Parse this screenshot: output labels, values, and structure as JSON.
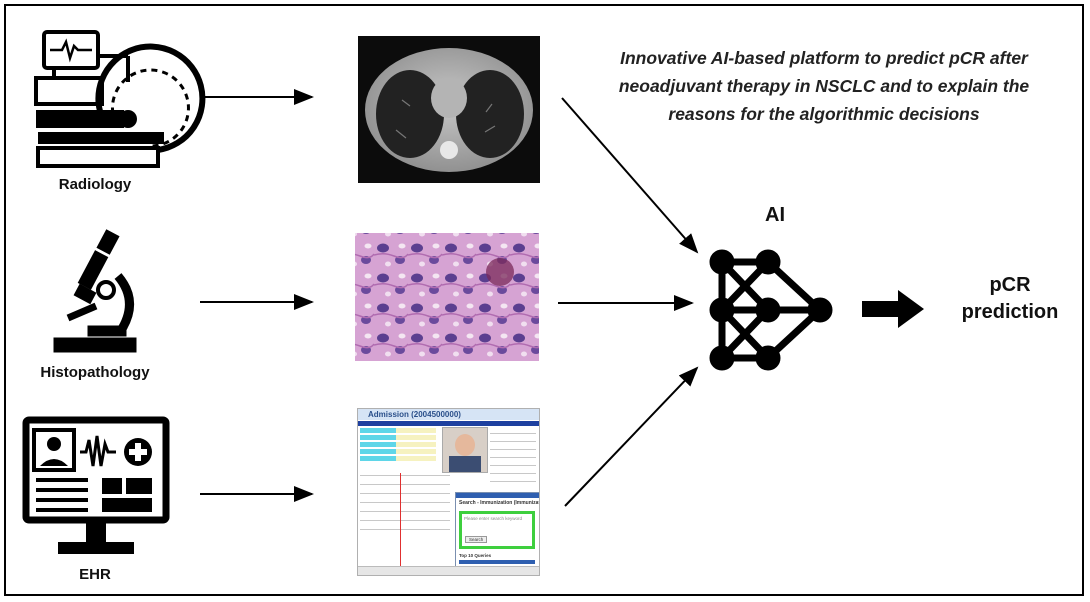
{
  "title_lines": [
    "Innovative AI-based platform to predict pCR after",
    "neoadjuvant therapy in NSCLC and to explain the",
    "reasons for the algorithmic decisions"
  ],
  "sources": {
    "radiology": "Radiology",
    "histopathology": "Histopathology",
    "ehr": "EHR"
  },
  "ai_label": "AI",
  "output_line1": "pCR",
  "output_line2": "prediction",
  "ehr_screen": {
    "window_title": "Admission (2004500000)",
    "popup_title": "Search - Immunization (Immunization)",
    "popup_input_placeholder": "Please enter search keyword",
    "popup_button": "Search",
    "popup_section": "Top 10 Queries"
  },
  "icons": [
    "radiology-scanner-icon",
    "microscope-icon",
    "ehr-monitor-icon",
    "neural-network-icon",
    "thick-arrow-icon"
  ],
  "colors": {
    "stroke": "#000000",
    "he_pink": "#c78cc6",
    "he_purple": "#5a3a8a",
    "ct_gray": "#9a9a9a",
    "ehr_green": "#3ecf3e",
    "ehr_blue": "#1e40a0"
  }
}
